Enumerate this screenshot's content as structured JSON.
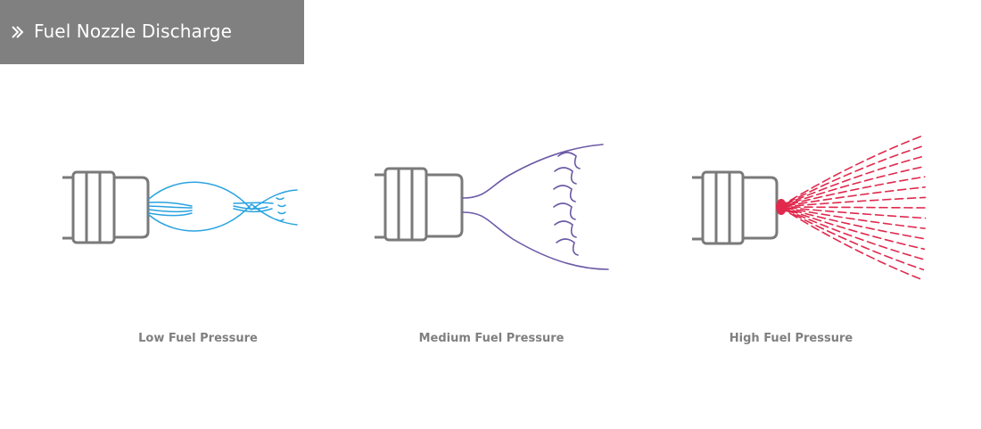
{
  "header": {
    "title": "Fuel Nozzle Discharge",
    "icon": "double-chevron-right-icon",
    "background": "#808080",
    "text_color": "#ffffff"
  },
  "panels": [
    {
      "label": "Low Fuel Pressure",
      "spray_color": "#29a3e0",
      "icon": "nozzle-icon"
    },
    {
      "label": "Medium Fuel Pressure",
      "spray_color": "#6d5aa6",
      "icon": "nozzle-icon"
    },
    {
      "label": "High Fuel Pressure",
      "spray_color": "#e0294d",
      "icon": "nozzle-icon"
    }
  ],
  "colors": {
    "nozzle_stroke": "#7a7a7a",
    "label": "#808080"
  }
}
